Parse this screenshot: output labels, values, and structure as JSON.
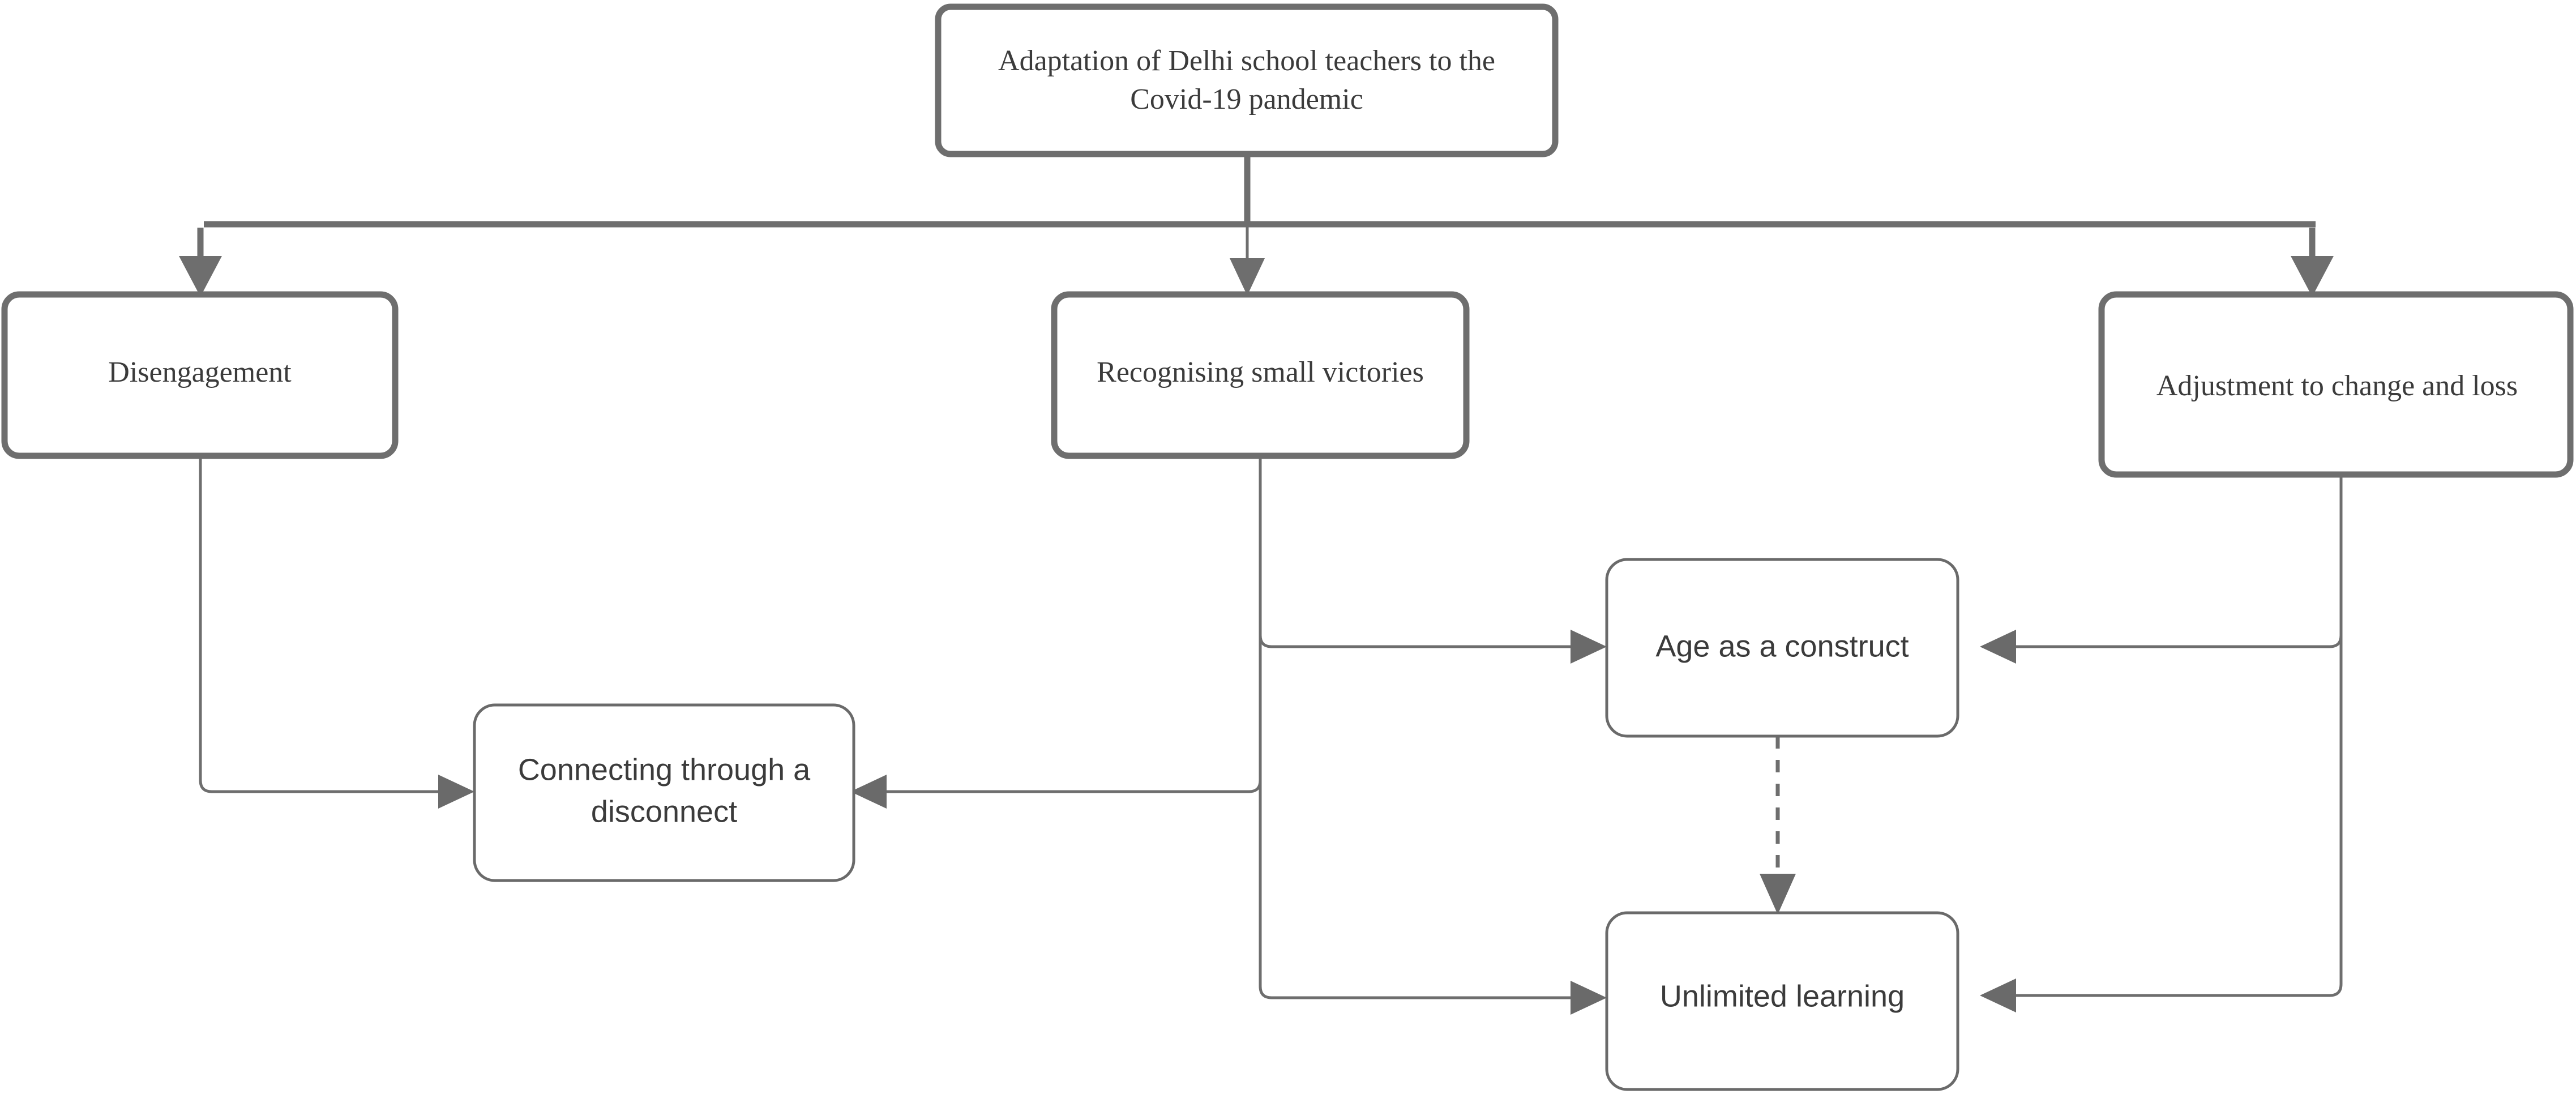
{
  "diagram": {
    "title": "Adaptation of Delhi school teachers to the Covid-19 pandemic",
    "type": "flowchart",
    "palette": {
      "box_fill": "#ffffff",
      "box_stroke": "#6e6e6e",
      "text": "#3b3b3b",
      "connector": "#6e6e6e",
      "background": "#ffffff"
    },
    "nodes": {
      "root": {
        "id": "root",
        "label_line_1": "Adaptation of Delhi school teachers to the",
        "label_line_2": "Covid-19 pandemic",
        "level": 0,
        "style": "thick-serif"
      },
      "disengagement": {
        "id": "disengagement",
        "label": "Disengagement",
        "level": 1,
        "style": "thick-serif"
      },
      "recognising_small_victories": {
        "id": "recognising_small_victories",
        "label": "Recognising small victories",
        "level": 1,
        "style": "thick-serif"
      },
      "adjustment_to_change_and_loss": {
        "id": "adjustment_to_change_and_loss",
        "label": "Adjustment to change and loss",
        "level": 1,
        "style": "thick-serif"
      },
      "connecting_through_a_disconnect": {
        "id": "connecting_through_a_disconnect",
        "label_line_1": "Connecting through a",
        "label_line_2": "disconnect",
        "level": 2,
        "style": "thin-sans"
      },
      "age_as_a_construct": {
        "id": "age_as_a_construct",
        "label": "Age as a construct",
        "level": 2,
        "style": "thin-sans"
      },
      "unlimited_learning": {
        "id": "unlimited_learning",
        "label": "Unlimited learning",
        "level": 2,
        "style": "thin-sans"
      }
    },
    "edges": [
      {
        "from": "root",
        "to": "disengagement",
        "style": "solid-thick",
        "arrow": "down"
      },
      {
        "from": "root",
        "to": "recognising_small_victories",
        "style": "solid-thick",
        "arrow": "down"
      },
      {
        "from": "root",
        "to": "adjustment_to_change_and_loss",
        "style": "solid-thick",
        "arrow": "down"
      },
      {
        "from": "disengagement",
        "to": "connecting_through_a_disconnect",
        "style": "solid-thin",
        "arrow": "right"
      },
      {
        "from": "recognising_small_victories",
        "to": "connecting_through_a_disconnect",
        "style": "solid-thin",
        "arrow": "left"
      },
      {
        "from": "recognising_small_victories",
        "to": "age_as_a_construct",
        "style": "solid-thin",
        "arrow": "right"
      },
      {
        "from": "recognising_small_victories",
        "to": "unlimited_learning",
        "style": "solid-thin",
        "arrow": "right"
      },
      {
        "from": "adjustment_to_change_and_loss",
        "to": "age_as_a_construct",
        "style": "solid-thin",
        "arrow": "left"
      },
      {
        "from": "adjustment_to_change_and_loss",
        "to": "unlimited_learning",
        "style": "solid-thin",
        "arrow": "left"
      },
      {
        "from": "age_as_a_construct",
        "to": "unlimited_learning",
        "style": "dashed-thin",
        "arrow": "down"
      }
    ]
  }
}
